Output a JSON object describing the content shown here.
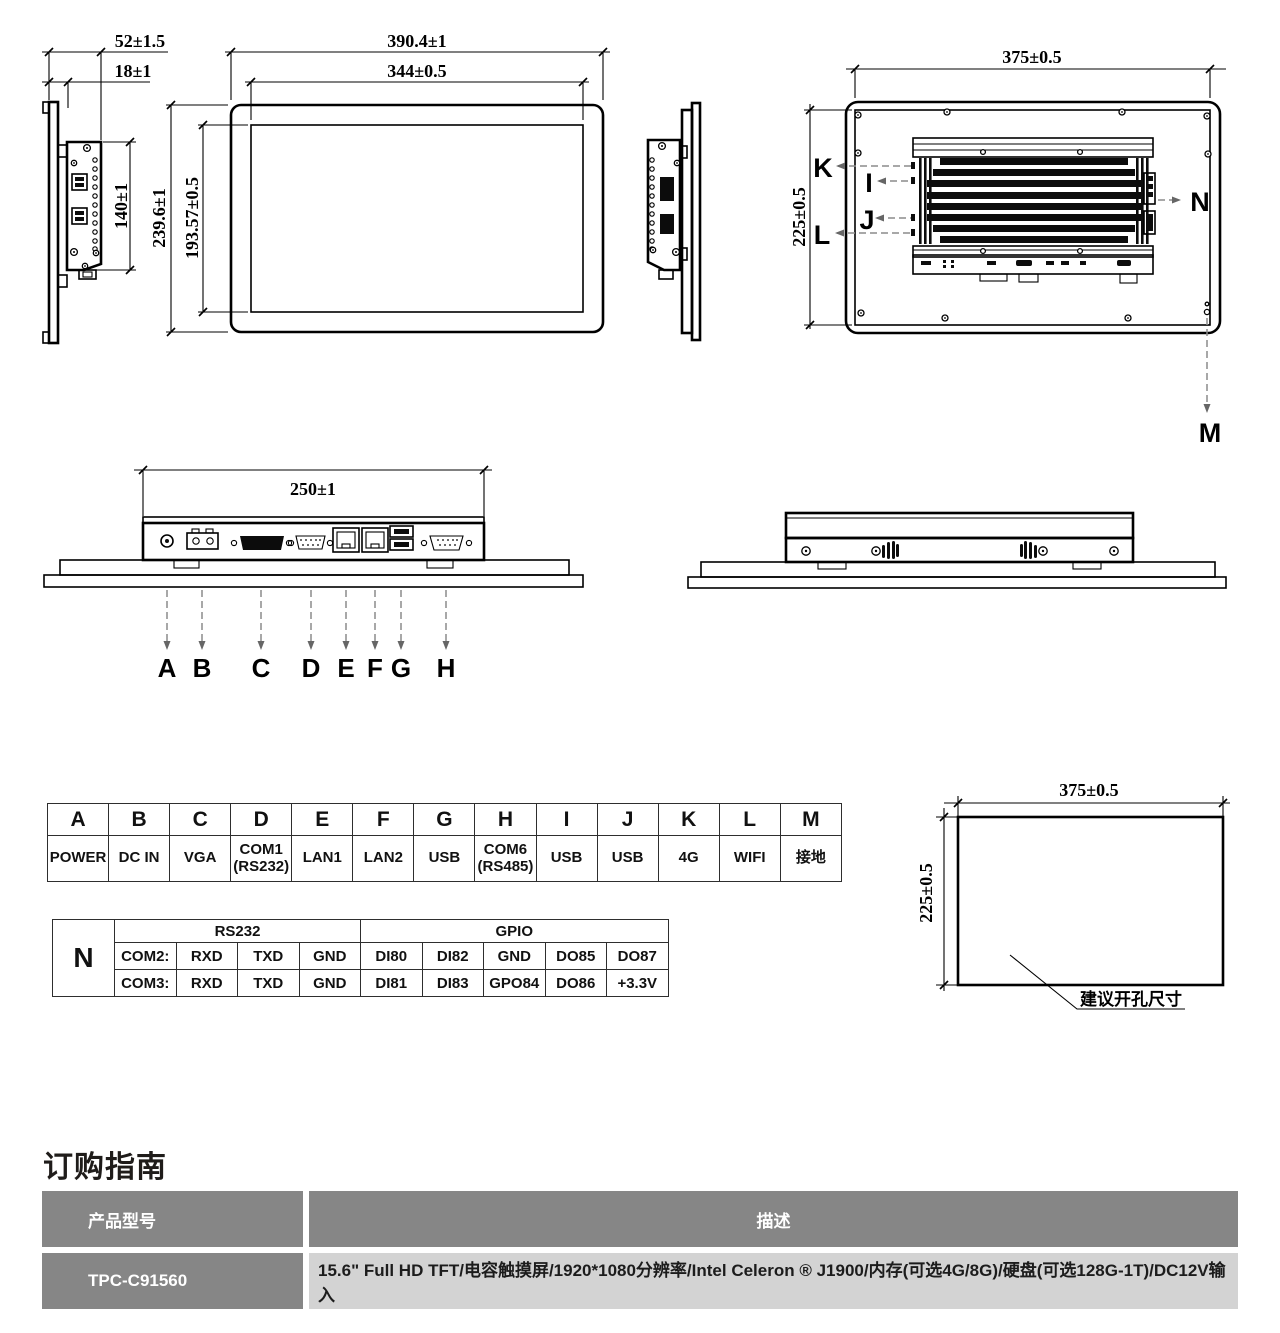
{
  "colors": {
    "line": "#000000",
    "dash_gray": "#8c8c8c",
    "table_border": "#2e2e2e",
    "order_header_bg": "#868686",
    "order_desc_bg": "#d3d3d3"
  },
  "dims": {
    "side_depth": "52±1.5",
    "panel_depth": "18±1",
    "rear_box_height": "140±1",
    "front_width": "390.4±1",
    "display_width": "344±0.5",
    "front_height": "239.6±1",
    "display_height": "193.57±0.5",
    "rear_width": "375±0.5",
    "rear_height": "225±0.5",
    "io_width": "250±1",
    "cutout_width": "375±0.5",
    "cutout_height": "225±0.5"
  },
  "callouts": {
    "a": "A",
    "b": "B",
    "c": "C",
    "d": "D",
    "e": "E",
    "f": "F",
    "g": "G",
    "h": "H",
    "i": "I",
    "j": "J",
    "k": "K",
    "l": "L",
    "m": "M",
    "n": "N"
  },
  "cutout_note": "建议开孔尺寸",
  "port_table": {
    "headers": [
      "A",
      "B",
      "C",
      "D",
      "E",
      "F",
      "G",
      "H",
      "I",
      "J",
      "K",
      "L",
      "M"
    ],
    "values": [
      "POWER",
      "DC IN",
      "VGA",
      "COM1\n(RS232)",
      "LAN1",
      "LAN2",
      "USB",
      "COM6\n(RS485)",
      "USB",
      "USB",
      "4G",
      "WIFI",
      "接地"
    ]
  },
  "pin_table": {
    "corner": "N",
    "groups": {
      "rs232": "RS232",
      "gpio": "GPIO"
    },
    "rows": [
      [
        "COM2:",
        "RXD",
        "TXD",
        "GND",
        "DI80",
        "DI82",
        "GND",
        "DO85",
        "DO87"
      ],
      [
        "COM3:",
        "RXD",
        "TXD",
        "GND",
        "DI81",
        "DI83",
        "GPO84",
        "DO86",
        "+3.3V"
      ]
    ]
  },
  "ordering": {
    "heading": "订购指南",
    "columns": [
      "产品型号",
      "描述"
    ],
    "rows": [
      {
        "model": "TPC-C91560",
        "description": "15.6\" Full HD TFT/电容触摸屏/1920*1080分辨率/Intel Celeron ® J1900/内存(可选4G/8G)/硬盘(可选128G-1T)/DC12V输入"
      }
    ]
  }
}
